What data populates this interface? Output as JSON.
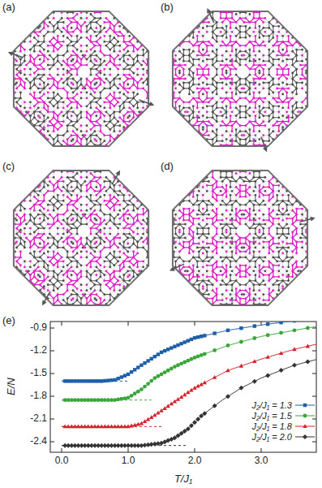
{
  "diagram": {
    "labels": [
      "(a)",
      "(b)",
      "(c)",
      "(d)",
      "(e)",
      "-0.9",
      "-1.2",
      "-1.5",
      "-1.8",
      "-2.1",
      "-2.4",
      "0.0",
      "1.0",
      "2.0",
      "3.0",
      "E/N",
      "T/J₁"
    ],
    "legend": [
      {
        "text": "J₂/J₁ = 1.3"
      },
      {
        "text": "J₂/J₁ = 1.5"
      },
      {
        "text": "J₂/J₁ = 1.8"
      },
      {
        "text": "J₂/J₁ = 2.0"
      }
    ]
  }
}
